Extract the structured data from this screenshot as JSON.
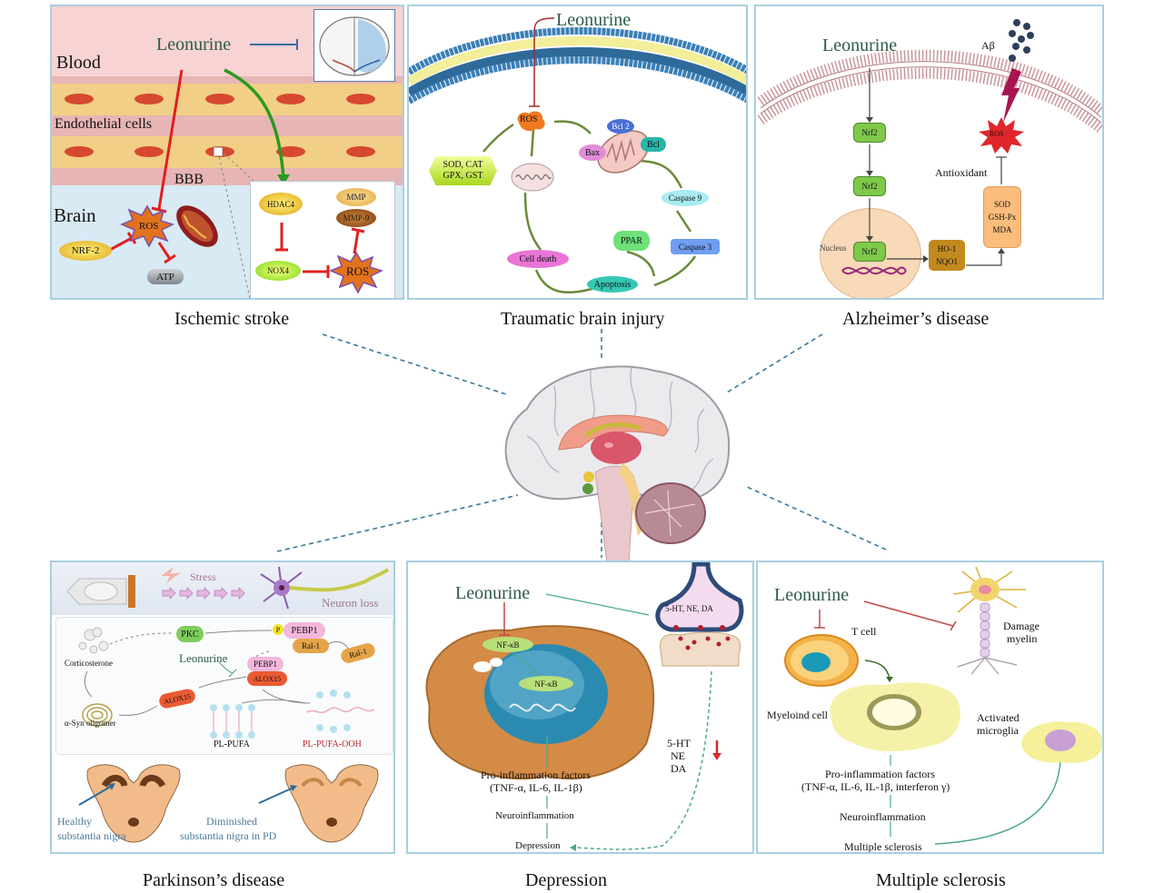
{
  "captions": {
    "ischemic_stroke": "Ischemic stroke",
    "tbi": "Traumatic brain injury",
    "alzheimers": "Alzheimer’s disease",
    "parkinsons": "Parkinson’s disease",
    "depression": "Depression",
    "multiple_sclerosis": "Multiple sclerosis"
  },
  "ischemic_stroke": {
    "leonurine": "Leonurine",
    "blood": "Blood",
    "endothelial": "Endothelial cells",
    "bbb": "BBB",
    "brain": "Brain",
    "ros": "ROS",
    "nrf2": "NRF-2",
    "atp": "ATP",
    "hdac4": "HDAC4",
    "mmp": "MMP",
    "mmp9": "MMP-9",
    "nox4": "NOX4",
    "ros2": "ROS"
  },
  "tbi": {
    "leonurine": "Leonurine",
    "ros": "ROS",
    "antioxidants_line1": "SOD, CAT",
    "antioxidants_line2": "GPX, GST",
    "bcl2": "Bcl 2",
    "bcl": "Bcl",
    "bax": "Bax",
    "caspase9": "Caspase 9",
    "caspase3": "Caspase 3",
    "ppar": "PPAR",
    "cell_death": "Cell death",
    "apoptosis": "Apoptosis"
  },
  "alzheimers": {
    "leonurine": "Leonurine",
    "abeta": "Aβ",
    "nrf2_a": "Nrf2",
    "nrf2_b": "Nrf2",
    "nrf2_c": "Nrf2",
    "nucleus": "Nucleus",
    "ros": "ROS",
    "antioxidant": "Antioxidant",
    "sod": "SOD",
    "gshpx": "GSH-Px",
    "mda": "MDA",
    "ho1": "HO-1",
    "nqo1": "NQO1"
  },
  "parkinsons": {
    "stress": "Stress",
    "neuron_loss": "Neuron loss",
    "pkc": "PKC",
    "p": "P",
    "pebp1_top": "PEBP1",
    "ral1_top": "Ral-1",
    "ral1_free": "Ral-1",
    "corticosterone": "Corticosterone",
    "leonurine": "Leonurine",
    "pebp1": "PEBP1",
    "alox15_complex": "ALOX15",
    "alox15": "ALOX15",
    "asyn": "α-Syn oligomer",
    "pl_pufa": "PL-PUFA",
    "pl_pufa_ooh": "PL-PUFA-OOH",
    "healthy_line1": "Healthy",
    "healthy_line2": "substantia nigra",
    "diminished_line1": "Diminished",
    "diminished_line2": "substantia nigra in PD"
  },
  "depression": {
    "leonurine": "Leonurine",
    "nfkb_cyto": "NF-κB",
    "nfkb_nuc": "NF-κB",
    "synapse_label": "5-HT, NE, DA",
    "mono_1": "5-HT",
    "mono_2": "NE",
    "mono_3": "DA",
    "pro_line1": "Pro-inflammation factors",
    "pro_line2": "(TNF-α, IL-6, IL-1β)",
    "neuroinflammation": "Neuroinflammation",
    "depression": "Depression"
  },
  "multiple_sclerosis": {
    "leonurine": "Leonurine",
    "t_cell": "T cell",
    "damage_line1": "Damage",
    "damage_line2": "myelin",
    "myeloid": "Myeloind cell",
    "activated_line1": "Activated",
    "activated_line2": "microglia",
    "pro_line1": "Pro-inflammation factors",
    "pro_line2": "(TNF-α, IL-6, IL-1β, interferon γ)",
    "neuroinflammation": "Neuroinflammation",
    "ms": "Multiple sclerosis"
  },
  "colors": {
    "panel_border": "#a9cfe0",
    "leonurine_text": "#2e5a48",
    "inhibit_red": "#d62a2a",
    "promote_green": "#2a9a1f",
    "connector_dash": "#3b7a9a"
  }
}
